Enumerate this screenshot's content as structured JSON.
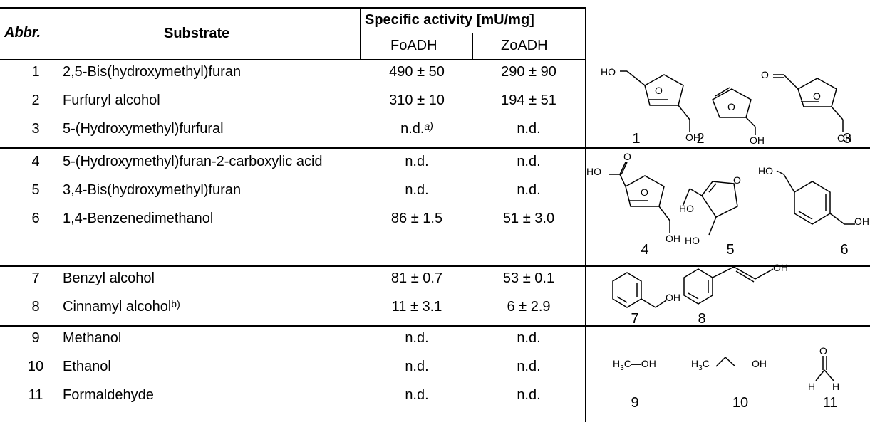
{
  "header": {
    "abbr": "Abbr.",
    "substrate": "Substrate",
    "group_title": "Specific activity [mU/mg]",
    "col_a": "FoADH",
    "col_b": "ZoADH"
  },
  "rows": [
    {
      "num": "1",
      "substrate": "2,5-Bis(hydroxymethyl)furan",
      "a": "490 ± 50",
      "b": "290 ± 90"
    },
    {
      "num": "2",
      "substrate": "Furfuryl alcohol",
      "a": "310 ± 10",
      "b": "194 ± 51"
    },
    {
      "num": "3",
      "substrate": "5-(Hydroxymethyl)furfural",
      "a": "n.d.",
      "a_sup": "a)",
      "b": "n.d."
    },
    {
      "num": "4",
      "substrate": "5-(Hydroxymethyl)furan-2-carboxylic acid",
      "a": "n.d.",
      "b": "n.d."
    },
    {
      "num": "5",
      "substrate": "3,4-Bis(hydroxymethyl)furan",
      "a": "n.d.",
      "b": "n.d."
    },
    {
      "num": "6",
      "substrate": "1,4-Benzenedimethanol",
      "a": "86 ± 1.5",
      "b": "51 ± 3.0"
    },
    {
      "num": "7",
      "substrate": "Benzyl alcohol",
      "a": "81 ± 0.7",
      "b": "53 ± 0.1"
    },
    {
      "num": "8",
      "substrate": "Cinnamyl alcohol",
      "substrate_sup": "b)",
      "a": "11 ± 3.1",
      "b": "6 ± 2.9"
    },
    {
      "num": "9",
      "substrate": "Methanol",
      "a": "n.d.",
      "b": "n.d."
    },
    {
      "num": "10",
      "substrate": "Ethanol",
      "a": "n.d.",
      "b": "n.d."
    },
    {
      "num": "11",
      "substrate": "Formaldehyde",
      "a": "n.d.",
      "b": "n.d."
    }
  ],
  "structure_labels": [
    "1",
    "2",
    "3",
    "4",
    "5",
    "6",
    "7",
    "8",
    "9",
    "10",
    "11"
  ],
  "structure_atoms": {
    "ho": "HO",
    "oh": "OH",
    "o": "O",
    "h": "H",
    "h3c": "H",
    "h3c_sub": "3",
    "c": "C",
    "c_oh": "C—OH"
  }
}
